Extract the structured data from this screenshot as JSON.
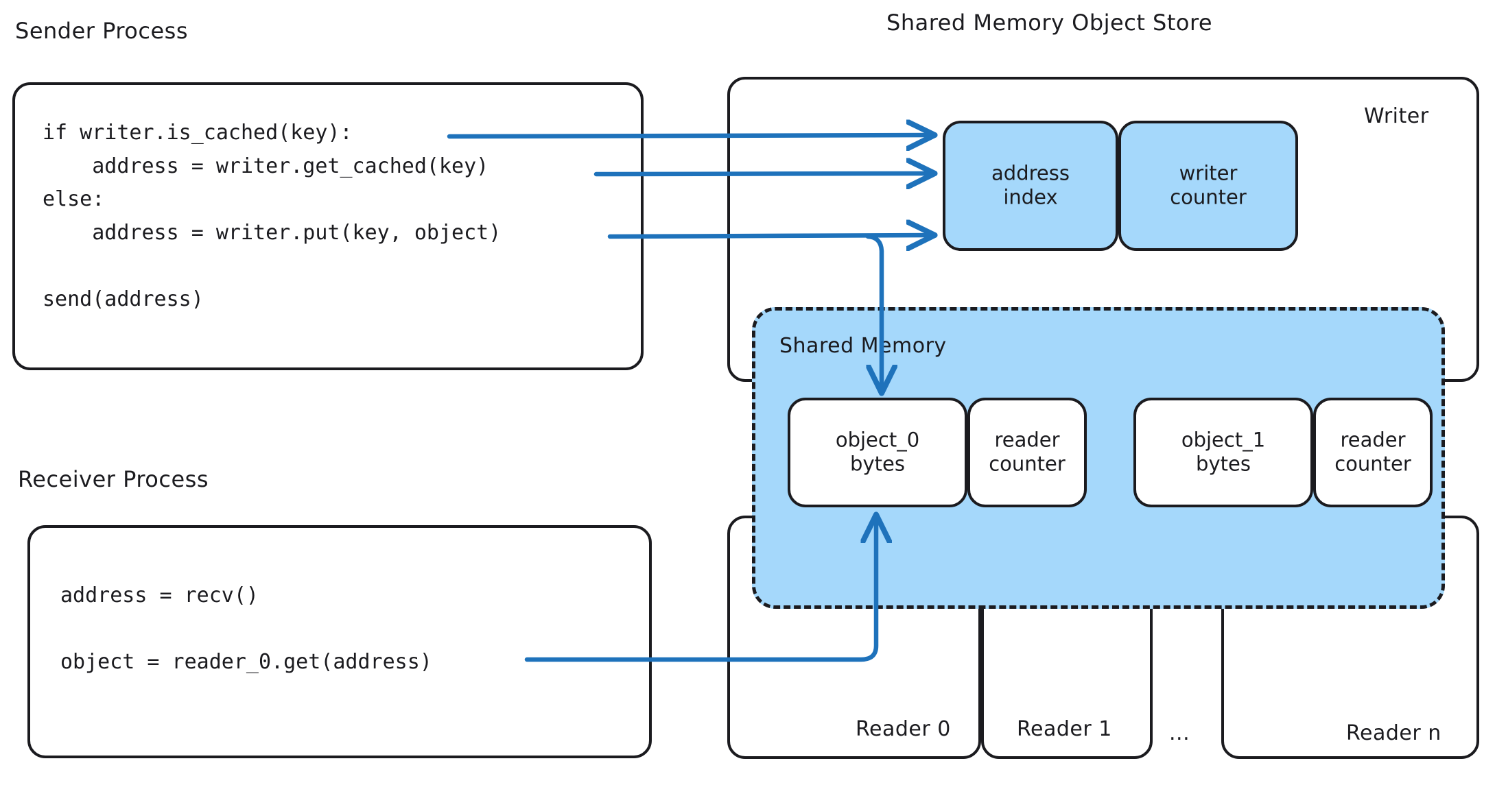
{
  "colors": {
    "stroke": "#1b1b1f",
    "arrow": "#1e72bb",
    "fill_blue": "#a5d8fb",
    "fill_white": "#ffffff",
    "background": "#ffffff"
  },
  "sender": {
    "title": "Sender Process",
    "code_lines": [
      "if writer.is_cached(key):",
      "    address = writer.get_cached(key)",
      "else:",
      "    address = writer.put(key, object)",
      "",
      "send(address)"
    ],
    "code_text": "if writer.is_cached(key):\n    address = writer.get_cached(key)\nelse:\n    address = writer.put(key, object)\n\nsend(address)"
  },
  "receiver": {
    "title": "Receiver Process",
    "code_lines": [
      "address = recv()",
      "",
      "object = reader_0.get(address)"
    ],
    "code_text": "address = recv()\n\nobject = reader_0.get(address)"
  },
  "store": {
    "title": "Shared Memory Object Store",
    "writer": {
      "label": "Writer",
      "nodes": [
        {
          "label": "address\nindex"
        },
        {
          "label": "writer\ncounter"
        }
      ]
    },
    "shared_memory": {
      "label": "Shared Memory",
      "slots": [
        {
          "object_label": "object_0\nbytes",
          "counter_label": "reader\ncounter"
        },
        {
          "object_label": "object_1\nbytes",
          "counter_label": "reader\ncounter"
        }
      ]
    },
    "readers": [
      {
        "label": "Reader 0"
      },
      {
        "label": "Reader 1"
      },
      {
        "label": "..."
      },
      {
        "label": "Reader n"
      }
    ]
  }
}
